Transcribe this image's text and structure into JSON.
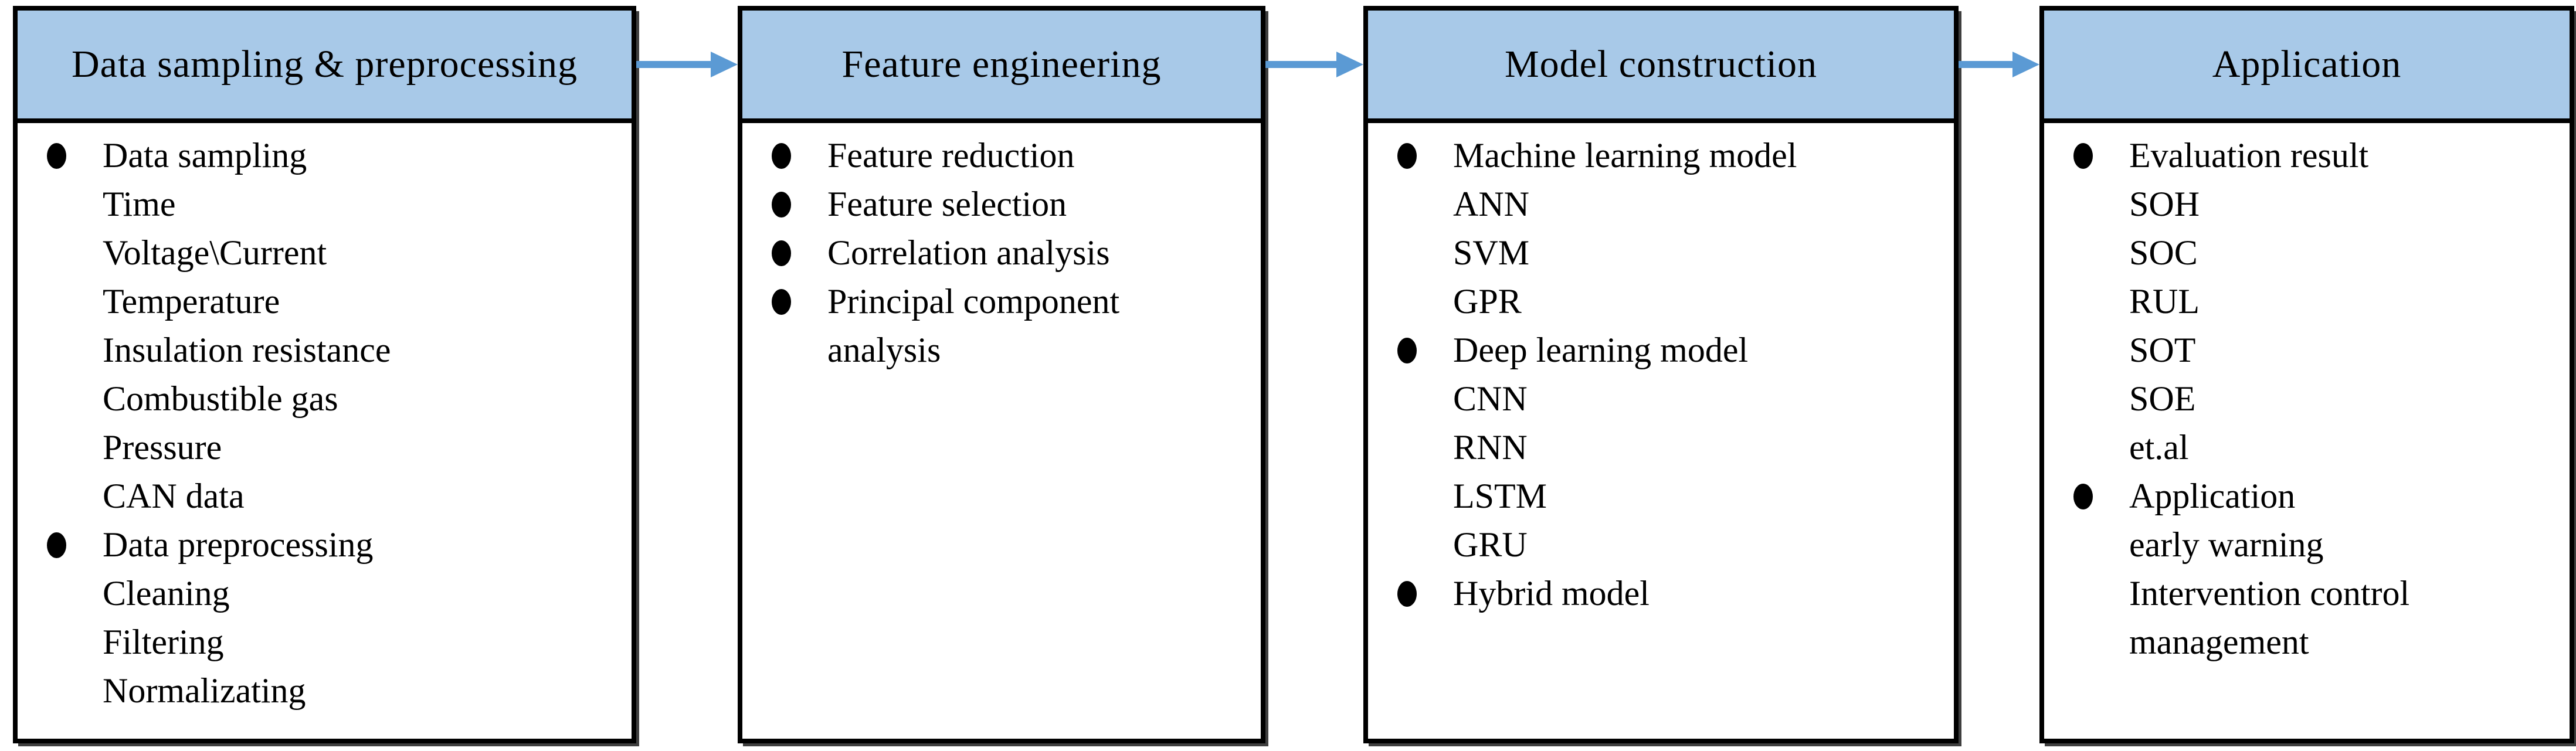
{
  "icons": {
    "bullet": "●",
    "flow_arrow": "→"
  },
  "colors": {
    "header_bg": "#A8C9E8",
    "arrow": "#5B9AD4",
    "border": "#000000",
    "body_bg": "#ffffff",
    "text": "#000000"
  },
  "boxes": [
    {
      "title": "Data sampling & preprocessing",
      "lines": [
        {
          "b": true,
          "t": "Data sampling"
        },
        {
          "b": false,
          "t": "Time"
        },
        {
          "b": false,
          "t": "Voltage\\Current"
        },
        {
          "b": false,
          "t": "Temperature"
        },
        {
          "b": false,
          "t": "Insulation resistance"
        },
        {
          "b": false,
          "t": "Combustible gas"
        },
        {
          "b": false,
          "t": "Pressure"
        },
        {
          "b": false,
          "t": "CAN data"
        },
        {
          "b": true,
          "t": "Data preprocessing"
        },
        {
          "b": false,
          "t": "Cleaning"
        },
        {
          "b": false,
          "t": "Filtering"
        },
        {
          "b": false,
          "t": "Normalizating"
        }
      ]
    },
    {
      "title": "Feature engineering",
      "lines": [
        {
          "b": true,
          "t": "Feature reduction"
        },
        {
          "b": true,
          "t": "Feature selection"
        },
        {
          "b": true,
          "t": "Correlation analysis"
        },
        {
          "b": true,
          "t": "Principal component"
        },
        {
          "b": false,
          "t": "analysis"
        }
      ]
    },
    {
      "title": "Model construction",
      "lines": [
        {
          "b": true,
          "t": "Machine learning model"
        },
        {
          "b": false,
          "t": "ANN"
        },
        {
          "b": false,
          "t": "SVM"
        },
        {
          "b": false,
          "t": "GPR"
        },
        {
          "b": true,
          "t": "Deep learning model"
        },
        {
          "b": false,
          "t": "CNN"
        },
        {
          "b": false,
          "t": "RNN"
        },
        {
          "b": false,
          "t": "LSTM"
        },
        {
          "b": false,
          "t": "GRU"
        },
        {
          "b": true,
          "t": "Hybrid model"
        }
      ]
    },
    {
      "title": "Application",
      "lines": [
        {
          "b": true,
          "t": "Evaluation result"
        },
        {
          "b": false,
          "t": "SOH"
        },
        {
          "b": false,
          "t": "SOC"
        },
        {
          "b": false,
          "t": "RUL"
        },
        {
          "b": false,
          "t": "SOT"
        },
        {
          "b": false,
          "t": "SOE"
        },
        {
          "b": false,
          "t": "et.al"
        },
        {
          "b": true,
          "t": "Application"
        },
        {
          "b": false,
          "t": "early warning"
        },
        {
          "b": false,
          "t": "Intervention control"
        },
        {
          "b": false,
          "t": "management"
        }
      ]
    }
  ]
}
